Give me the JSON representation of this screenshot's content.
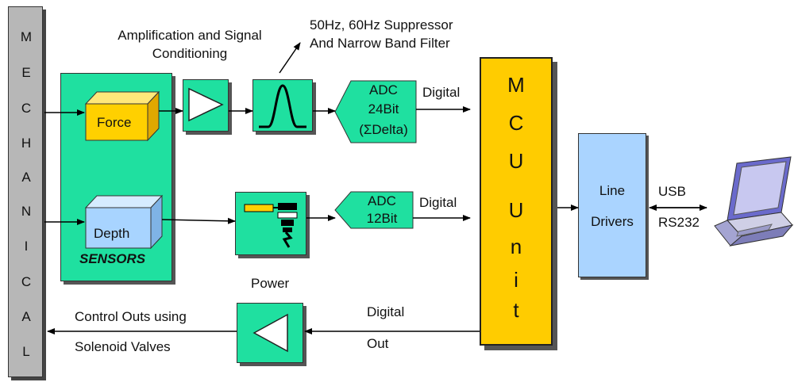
{
  "mechanical": {
    "letters": [
      "M",
      "E",
      "C",
      "H",
      "A",
      "N",
      "I",
      "C",
      "A",
      "L"
    ]
  },
  "sensors": {
    "group_label": "SENSORS",
    "force_label": "Force",
    "depth_label": "Depth"
  },
  "signal_chain": {
    "amp_caption": [
      "Amplification and Signal",
      "Conditioning"
    ],
    "filter_caption": [
      "50Hz, 60Hz Suppressor",
      "And Narrow Band Filter"
    ],
    "adc1": [
      "ADC",
      "24Bit",
      "(ΣDelta)"
    ],
    "adc2": [
      "ADC",
      "12Bit"
    ],
    "digital_label_1": "Digital",
    "digital_label_2": "Digital"
  },
  "mcu": {
    "letters": [
      "M",
      "C",
      "U",
      "U",
      "n",
      "i",
      "t"
    ]
  },
  "line_drivers": [
    "Line",
    "Drivers"
  ],
  "interfaces": {
    "usb": "USB",
    "rs232": "RS232"
  },
  "output": {
    "power_label": "Power",
    "digital_out": [
      "Digital",
      "Out"
    ],
    "control_outs": [
      "Control Outs using",
      "Solenoid Valves"
    ]
  },
  "colors": {
    "block_green": "#1fe0a0",
    "force_yellow": "#ffd000",
    "depth_blue": "#a8d4ff",
    "mcu_yellow": "#ffcc00",
    "line_driver_blue": "#aad4ff",
    "mechanical_gray": "#b7b7b7"
  }
}
